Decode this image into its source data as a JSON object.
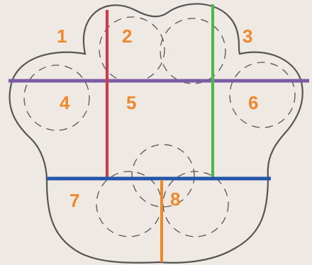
{
  "colors": {
    "background": "#efe9e4",
    "outline": "#555555",
    "dashed": "#555555",
    "label": "#f0882a",
    "line_red": "#e03444",
    "line_green": "#4cb848",
    "line_purple": "#7b5aa6",
    "line_blue": "#2456a8",
    "line_orange": "#f0882a"
  },
  "regions": [
    {
      "id": "1",
      "label": "1"
    },
    {
      "id": "2",
      "label": "2"
    },
    {
      "id": "3",
      "label": "3"
    },
    {
      "id": "4",
      "label": "4"
    },
    {
      "id": "5",
      "label": "5"
    },
    {
      "id": "6",
      "label": "6"
    },
    {
      "id": "7",
      "label": "7"
    },
    {
      "id": "8",
      "label": "8"
    }
  ],
  "dividers": [
    {
      "id": "red",
      "color_key": "line_red"
    },
    {
      "id": "green",
      "color_key": "line_green"
    },
    {
      "id": "purple",
      "color_key": "line_purple"
    },
    {
      "id": "blue",
      "color_key": "line_blue"
    },
    {
      "id": "orange",
      "color_key": "line_orange"
    }
  ]
}
